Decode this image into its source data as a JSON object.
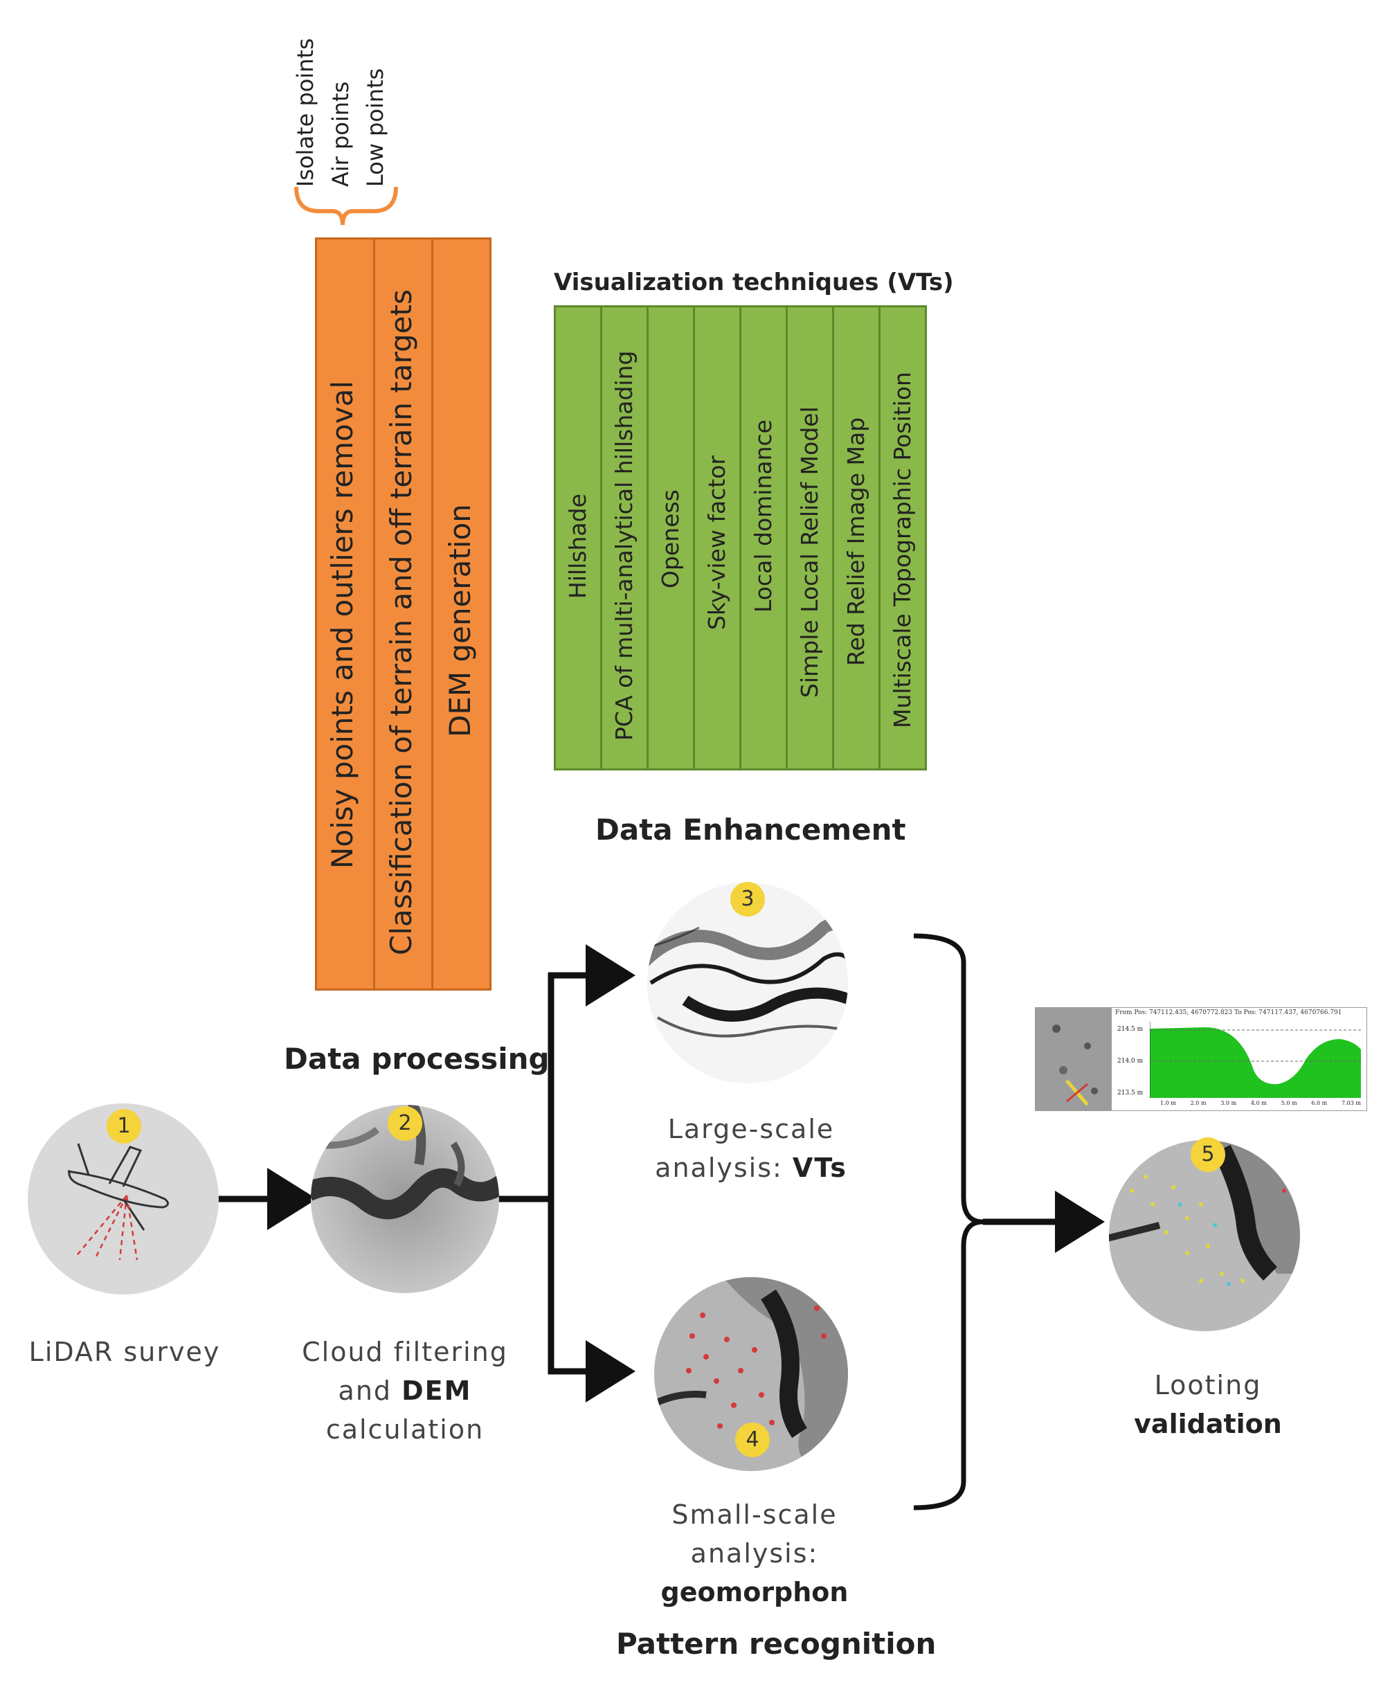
{
  "cleaning": {
    "items": [
      "Isolate points",
      "Air points",
      "Low points"
    ]
  },
  "processing": {
    "columns": [
      "Noisy points and outliers removal",
      "Classification of terrain and off terrain targets",
      "DEM generation"
    ],
    "heading": "Data processing"
  },
  "vts": {
    "title": "Visualization techniques (VTs)",
    "columns": [
      "Hillshade",
      "PCA of multi-analytical hillshading",
      "Openess",
      "Sky-view  factor",
      "Local dominance",
      "Simple  Local Relief  Model",
      "Red Relief Image Map",
      "Multiscale Topographic Position"
    ]
  },
  "enhancement": {
    "heading": "Data Enhancement"
  },
  "pattern": {
    "heading": "Pattern recognition"
  },
  "steps": {
    "s1": {
      "number": "1",
      "label": "LiDAR survey"
    },
    "s2": {
      "number": "2",
      "line1": "Cloud filtering",
      "line2a": "and ",
      "line2b": "DEM",
      "line3": "calculation"
    },
    "s3": {
      "number": "3",
      "line1": "Large-scale",
      "line2a": "analysis: ",
      "line2b": "VTs"
    },
    "s4": {
      "number": "4",
      "line1": "Small-scale",
      "line2": "analysis:",
      "line3": "geomorphon"
    },
    "s5": {
      "number": "5",
      "line1": "Looting",
      "line2": "validation"
    }
  },
  "profile": {
    "header": "From Pos: 747112.435, 4670772.823  To Pos: 747117.437, 4670766.791",
    "y_ticks": [
      "214.5 m",
      "214.0 m",
      "213.5 m"
    ],
    "x_ticks": [
      "1.0 m",
      "2.0 m",
      "3.0 m",
      "4.0 m",
      "5.0 m",
      "6.0 m",
      "7.03 m"
    ]
  },
  "colors": {
    "processing_fill": "#f28c3c",
    "vts_fill": "#8bb84a",
    "badge": "#f5d33a",
    "profile_fill": "#1fc21f"
  }
}
